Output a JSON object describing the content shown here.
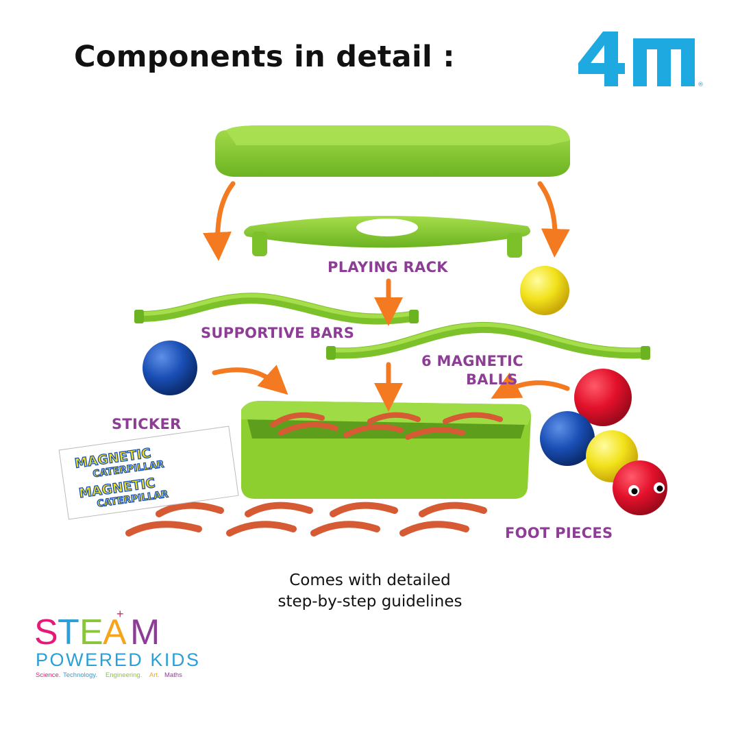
{
  "heading": "Components in detail :",
  "brand_logo": {
    "text": "4M",
    "mark": "®",
    "color": "#1ea9e1"
  },
  "labels": {
    "playing_rack": "PLAYING RACK",
    "supportive_bars": "SUPPORTIVE BARS",
    "magnetic_balls_line1": "6 MAGNETIC",
    "magnetic_balls_line2": "BALLS",
    "sticker": "STICKER",
    "foot_pieces": "FOOT PIECES"
  },
  "caption": {
    "line1": "Comes with detailed",
    "line2": "step-by-step guidelines"
  },
  "sticker_text": {
    "line1": "MAGNETIC",
    "line2": "CATERPILLAR"
  },
  "steam_logo": {
    "s": "S",
    "t": "T",
    "e": "E",
    "a": "A",
    "m": "M",
    "plus": "+",
    "powered": "POWERED KIDS",
    "tag_science": "Science.",
    "tag_technology": "Technology.",
    "tag_engineering": "Engineering.",
    "tag_art": "Art.",
    "tag_maths": "Maths"
  },
  "colors": {
    "label_purple": "#8e3d96",
    "arrow_orange": "#f37a20",
    "part_green": "#8ccf2f",
    "foot_orange": "#d65a34",
    "ball_red": "#e3112b",
    "ball_blue": "#1a4fb5",
    "ball_yellow": "#f2e21b"
  }
}
